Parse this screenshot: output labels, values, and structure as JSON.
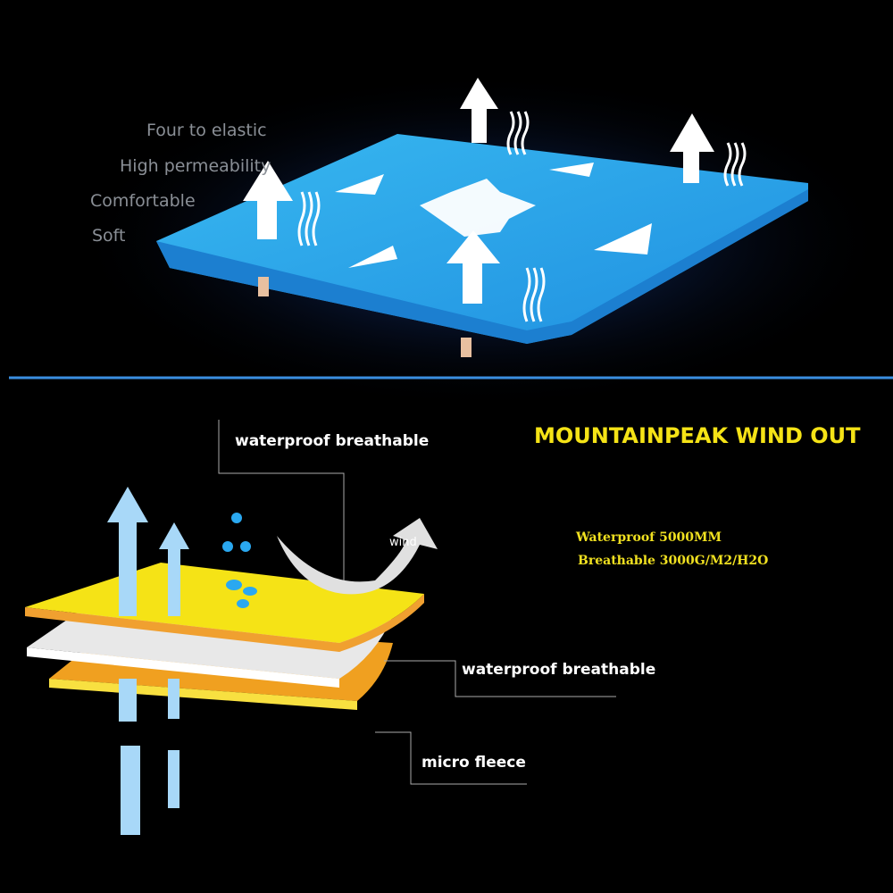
{
  "features": [
    "Four to elastic",
    "High permeability",
    "Comfortable",
    "Soft"
  ],
  "title": "MOUNTAINPEAK WIND OUT",
  "specs": {
    "waterproof_label": "Waterproof",
    "waterproof_value": "5000MM",
    "breathable_label": "Breathable",
    "breathable_value": "3000G/M2/H2O"
  },
  "layers": [
    "waterproof breathable",
    "waterproof breathable",
    "micro fleece"
  ],
  "wind_label": "wind",
  "colors": {
    "fabric_blue": "#2aa6e8",
    "divider": "#3a8ee0",
    "yellow": "#f5e316",
    "orange": "#f0a020"
  }
}
